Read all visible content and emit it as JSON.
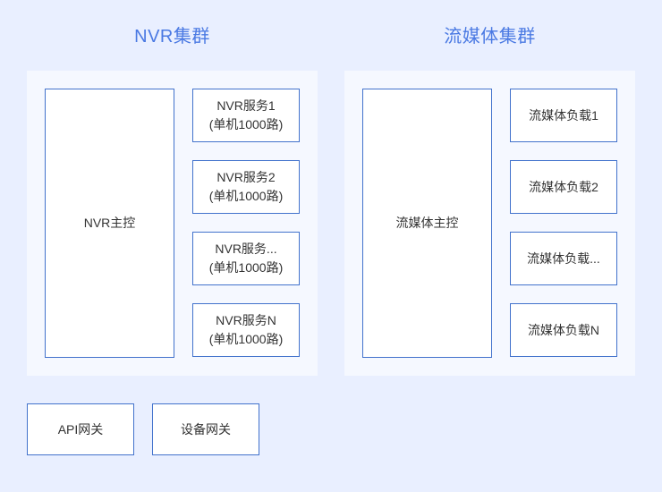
{
  "page": {
    "background_color": "#e9efff",
    "panel_color": "#f5f8ff",
    "node_border_color": "#4272cc",
    "title_color": "#4a79e3",
    "text_color": "#333333"
  },
  "clusters": [
    {
      "id": "nvr",
      "title": "NVR集群",
      "master": {
        "label": "NVR主控"
      },
      "nodes": [
        {
          "line1": "NVR服务1",
          "line2": "(单机1000路)"
        },
        {
          "line1": "NVR服务2",
          "line2": "(单机1000路)"
        },
        {
          "line1": "NVR服务...",
          "line2": "(单机1000路)"
        },
        {
          "line1": "NVR服务N",
          "line2": "(单机1000路)"
        }
      ]
    },
    {
      "id": "media",
      "title": "流媒体集群",
      "master": {
        "label": "流媒体主控"
      },
      "nodes": [
        {
          "line1": "流媒体负载1",
          "line2": ""
        },
        {
          "line1": "流媒体负载2",
          "line2": ""
        },
        {
          "line1": "流媒体负载...",
          "line2": ""
        },
        {
          "line1": "流媒体负载N",
          "line2": ""
        }
      ]
    }
  ],
  "gateways": [
    {
      "label": "API网关"
    },
    {
      "label": "设备网关"
    }
  ]
}
